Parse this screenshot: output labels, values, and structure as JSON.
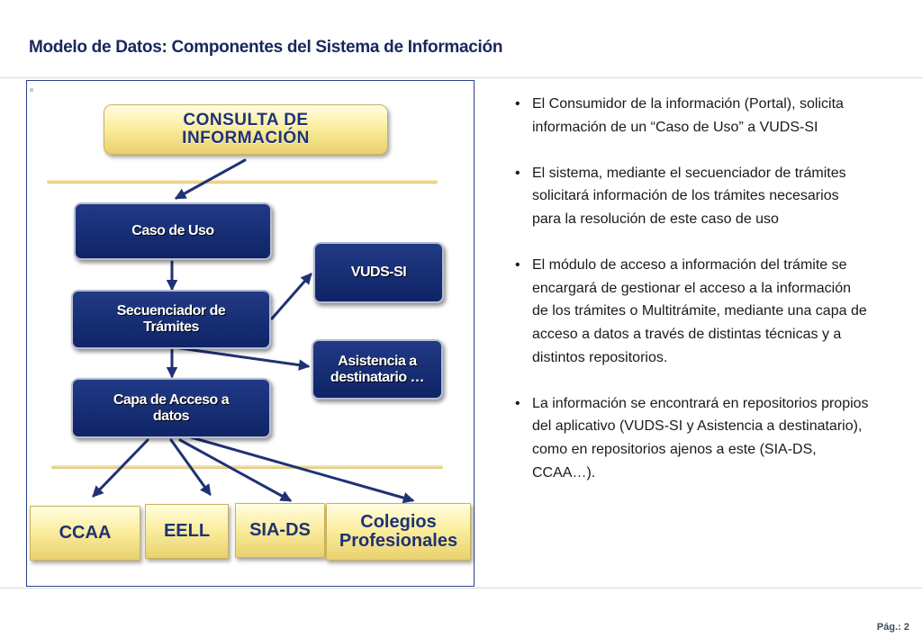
{
  "slide": {
    "title": "Modelo de Datos: Componentes del Sistema de Información",
    "page_number": "Pág.: 2"
  },
  "diagram": {
    "consulta": "CONSULTA  DE INFORMACIÓN",
    "caso_de_uso": "Caso de Uso",
    "secuenciador": "Secuenciador de Trámites",
    "capa_acceso": "Capa de Acceso a datos",
    "vuds_si": "VUDS-SI",
    "asistencia": "Asistencia a destinatario …",
    "repositories": [
      "CCAA",
      "EELL",
      "SIA-DS",
      "Colegios Profesionales"
    ],
    "colors": {
      "navy": "#142a6e",
      "gold": "#f5e08a",
      "arrow": "#1f3274"
    }
  },
  "bullets": [
    "El Consumidor de la información (Portal), solicita información de un “Caso de Uso” a VUDS-SI",
    "El sistema, mediante el secuenciador de trámites solicitará información de los trámites necesarios para la resolución de este caso de uso",
    "El módulo de acceso a información del trámite se encargará de gestionar el acceso a la información de los trámites o Multitrámite, mediante una capa de acceso a datos a través de distintas técnicas y a distintos repositorios.",
    "La información se encontrará en repositorios propios del aplicativo (VUDS-SI y Asistencia a destinatario), como en repositorios ajenos a este (SIA-DS, CCAA…)."
  ]
}
